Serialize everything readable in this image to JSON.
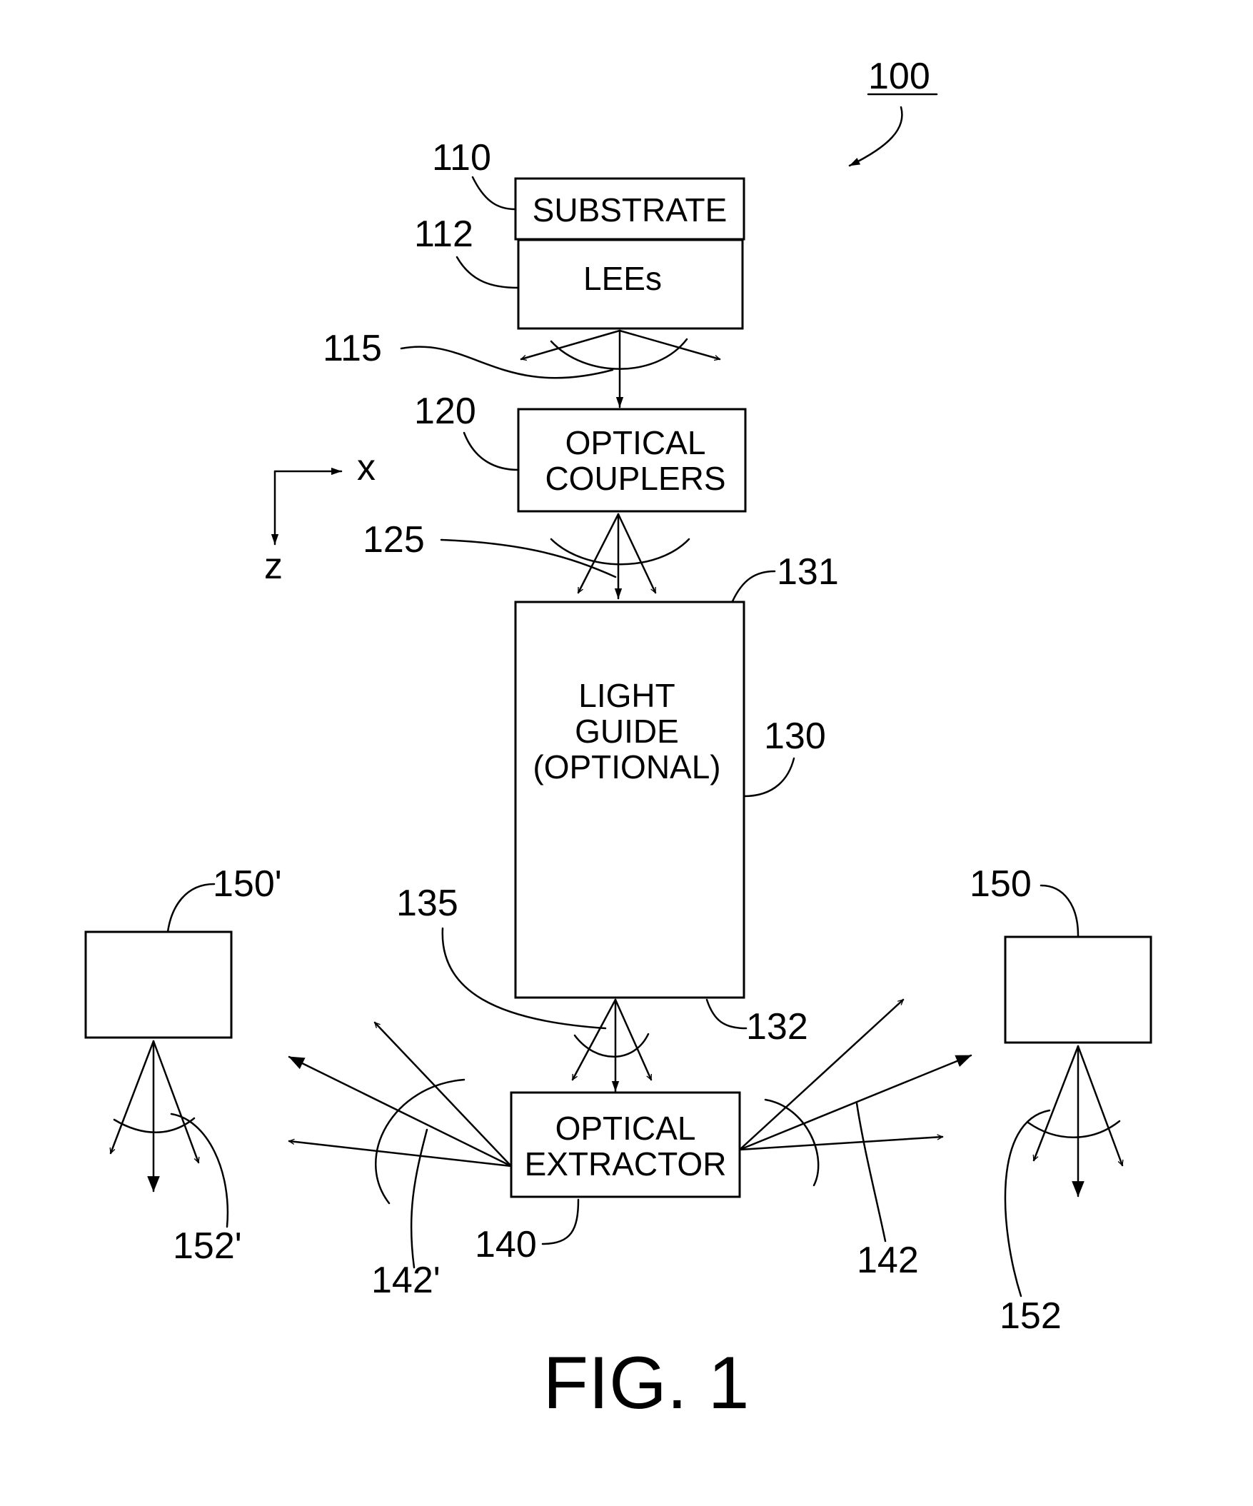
{
  "figure": {
    "label": "FIG. 1",
    "ref": "100"
  },
  "blocks": {
    "substrate": {
      "ref": "110",
      "label": "SUBSTRATE"
    },
    "lees": {
      "ref": "112",
      "label": "LEEs"
    },
    "couplers": {
      "ref": "120",
      "line1": "OPTICAL",
      "line2": "COUPLERS"
    },
    "light_guide": {
      "ref": "130",
      "line1": "LIGHT",
      "line2": "GUIDE",
      "line3": "(OPTIONAL)",
      "top_ref": "131",
      "bottom_ref": "132"
    },
    "extractor": {
      "ref": "140",
      "line1": "OPTICAL",
      "line2": "EXTRACTOR"
    },
    "target_right": {
      "ref": "150"
    },
    "target_left": {
      "ref": "150'"
    }
  },
  "distributions": {
    "d115": "115",
    "d125": "125",
    "d135": "135",
    "d142": "142",
    "d142p": "142'",
    "d152": "152",
    "d152p": "152'"
  },
  "axes": {
    "x": "x",
    "z": "z"
  }
}
